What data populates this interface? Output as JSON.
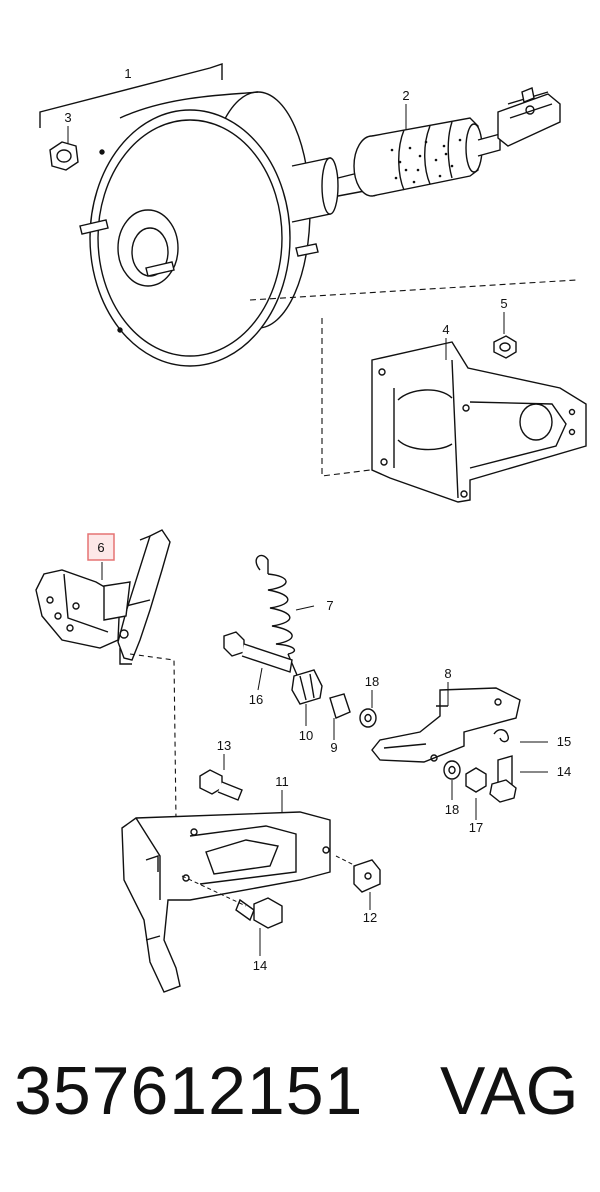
{
  "diagram": {
    "callouts": [
      {
        "id": "1",
        "label": "1"
      },
      {
        "id": "2",
        "label": "2"
      },
      {
        "id": "3",
        "label": "3"
      },
      {
        "id": "4",
        "label": "4"
      },
      {
        "id": "5",
        "label": "5"
      },
      {
        "id": "6",
        "label": "6",
        "highlighted": true
      },
      {
        "id": "7",
        "label": "7"
      },
      {
        "id": "8",
        "label": "8"
      },
      {
        "id": "9",
        "label": "9"
      },
      {
        "id": "10",
        "label": "10"
      },
      {
        "id": "11",
        "label": "11"
      },
      {
        "id": "12",
        "label": "12"
      },
      {
        "id": "13",
        "label": "13"
      },
      {
        "id": "14a",
        "label": "14"
      },
      {
        "id": "14b",
        "label": "14"
      },
      {
        "id": "15",
        "label": "15"
      },
      {
        "id": "16",
        "label": "16"
      },
      {
        "id": "17",
        "label": "17"
      },
      {
        "id": "18a",
        "label": "18"
      },
      {
        "id": "18b",
        "label": "18"
      }
    ],
    "highlight_color": "#e57373"
  },
  "footer": {
    "part_number": "357612151",
    "brand": "VAG"
  }
}
